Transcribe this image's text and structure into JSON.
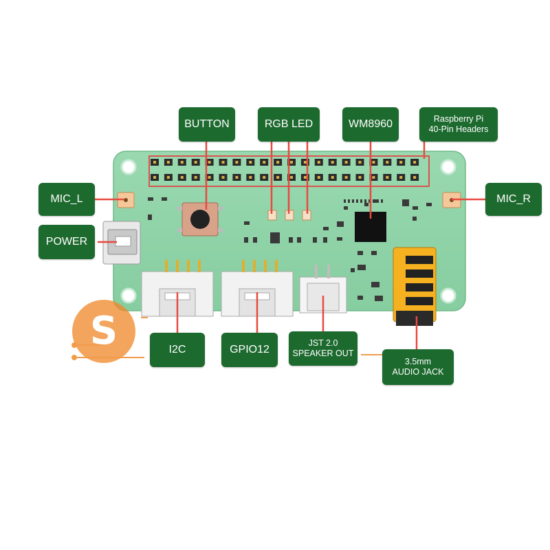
{
  "labels": {
    "button": "BUTTON",
    "rgb_led": "RGB LED",
    "wm8960": "WM8960",
    "rpi_headers_line1": "Raspberry Pi",
    "rpi_headers_line2": "40-Pin Headers",
    "mic_l": "MIC_L",
    "mic_r": "MIC_R",
    "power": "POWER",
    "i2c": "I2C",
    "gpio12": "GPIO12",
    "jst_line1": "JST 2.0",
    "jst_line2": "SPEAKER OUT",
    "audio_jack_line1": "3.5mm",
    "audio_jack_line2": "AUDIO JACK"
  },
  "colors": {
    "board": "#8fd3a8",
    "board_edge": "#7cc496",
    "label_bg": "#1d6a2f",
    "leader_line": "#e8493f",
    "header_frame": "#d9534f",
    "jack_body": "#f5b120",
    "watermark": "#f08a2c"
  }
}
